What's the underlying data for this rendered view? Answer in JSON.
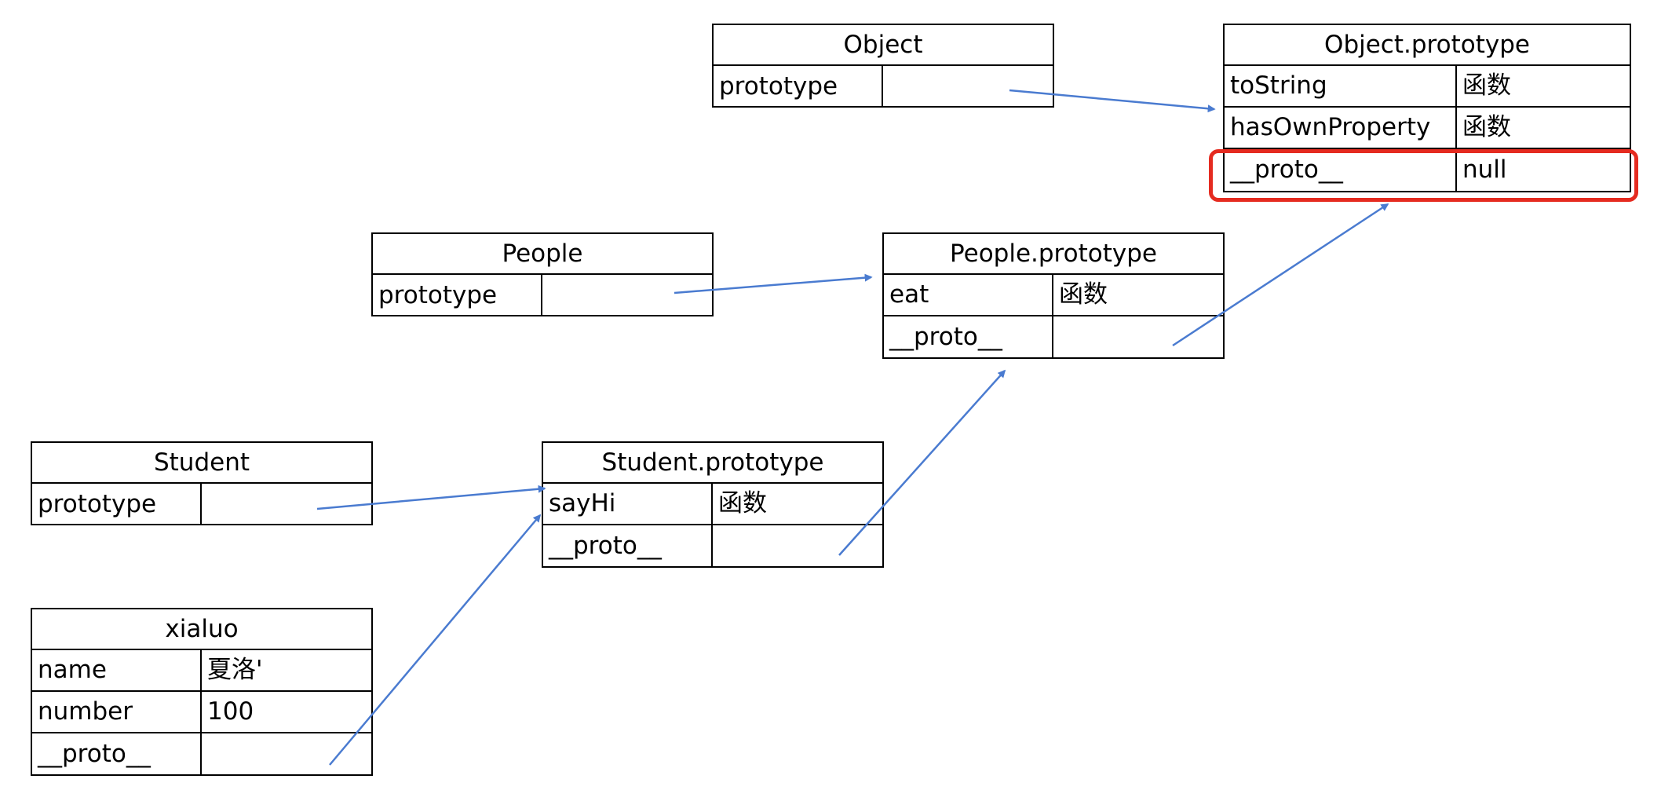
{
  "objects": [
    {
      "id": "object-ctor",
      "title": "Object",
      "rows": [
        {
          "key": "prototype",
          "value": ""
        }
      ]
    },
    {
      "id": "object-prototype",
      "title": "Object.prototype",
      "rows": [
        {
          "key": "toString",
          "value": "函数"
        },
        {
          "key": "hasOwnProperty",
          "value": "函数"
        },
        {
          "key": "__proto__",
          "value": "null"
        }
      ]
    },
    {
      "id": "people-ctor",
      "title": "People",
      "rows": [
        {
          "key": "prototype",
          "value": ""
        }
      ]
    },
    {
      "id": "people-prototype",
      "title": "People.prototype",
      "rows": [
        {
          "key": "eat",
          "value": "函数"
        },
        {
          "key": "__proto__",
          "value": ""
        }
      ]
    },
    {
      "id": "student-ctor",
      "title": "Student",
      "rows": [
        {
          "key": "prototype",
          "value": ""
        }
      ]
    },
    {
      "id": "student-prototype",
      "title": "Student.prototype",
      "rows": [
        {
          "key": "sayHi",
          "value": "函数"
        },
        {
          "key": "__proto__",
          "value": ""
        }
      ]
    },
    {
      "id": "xialuo-instance",
      "title": "xialuo",
      "rows": [
        {
          "key": "name",
          "value": "夏洛'"
        },
        {
          "key": "number",
          "value": "100"
        },
        {
          "key": "__proto__",
          "value": ""
        }
      ]
    }
  ],
  "colors": {
    "arrow": "#4a7bd0",
    "highlight": "#e52b20",
    "border": "#000000"
  }
}
